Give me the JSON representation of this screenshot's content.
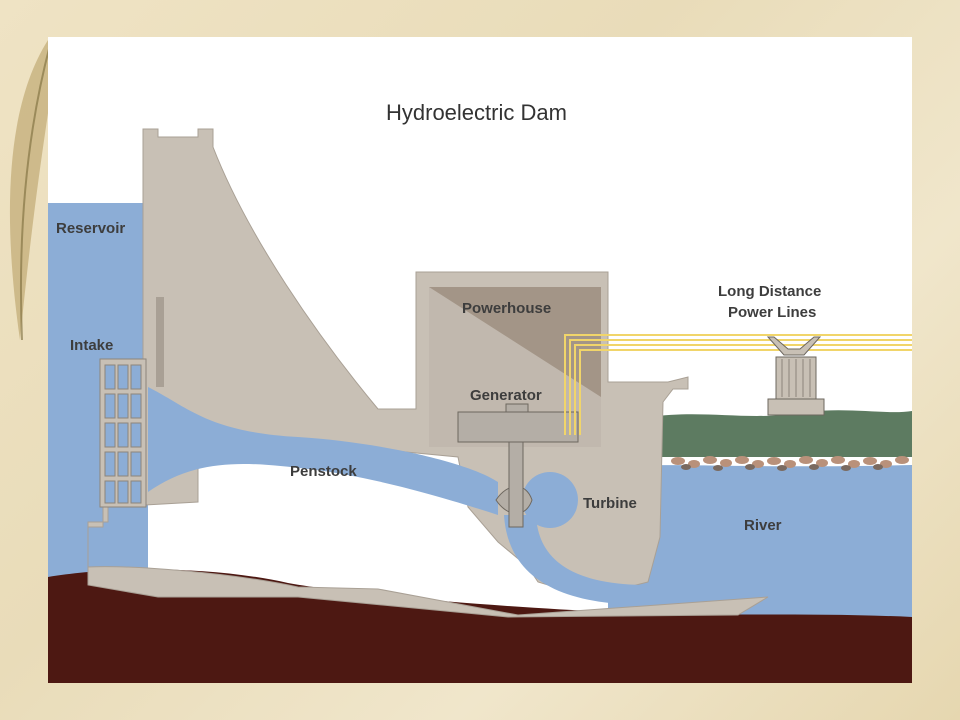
{
  "diagram": {
    "title": "Hydroelectric Dam",
    "labels": {
      "reservoir": "Reservoir",
      "intake": "Intake",
      "powerhouse": "Powerhouse",
      "generator": "Generator",
      "penstock": "Penstock",
      "turbine": "Turbine",
      "river": "River",
      "power_lines_1": "Long Distance",
      "power_lines_2": "Power Lines"
    },
    "colors": {
      "water": "#8cadd6",
      "concrete": "#c8c0b5",
      "ground": "#4d1812",
      "powerhouse": "#a39587",
      "power_line": "#f1d56a",
      "grass": "#5d7b61"
    }
  }
}
